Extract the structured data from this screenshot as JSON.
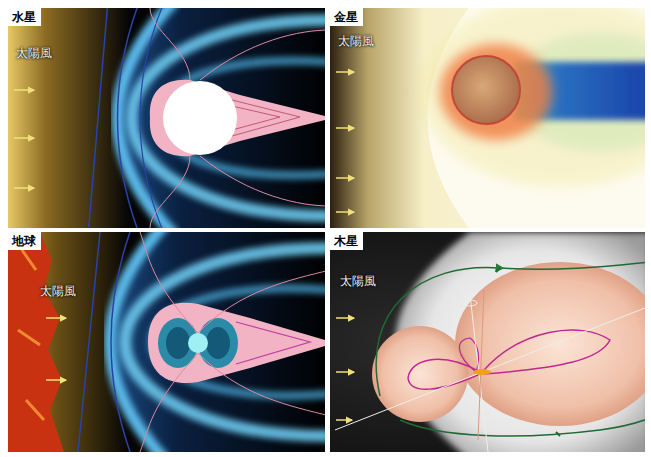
{
  "diagram": {
    "nodes": [
      {
        "text": [
          "水星",
          "太陽風"
        ]
      },
      {
        "text": [
          "金星",
          "太陽風"
        ]
      },
      {
        "text": [
          "地球",
          "太陽風"
        ]
      },
      {
        "text": [
          "木星",
          "太陽風"
        ]
      }
    ]
  }
}
